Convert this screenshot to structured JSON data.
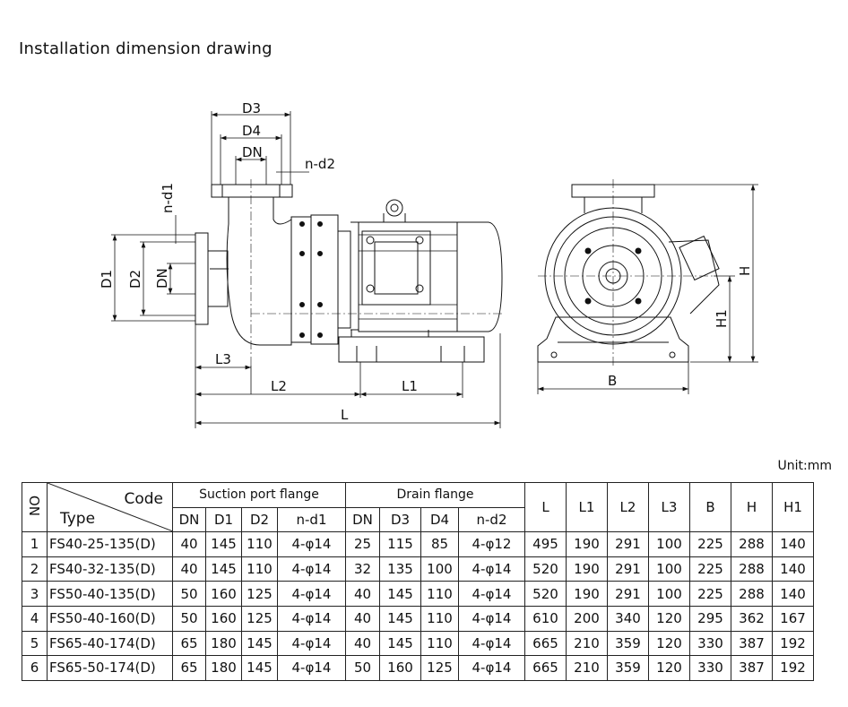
{
  "title": "Installation dimension drawing",
  "unit_label": "Unit:mm",
  "drawing_labels": {
    "d3": "D3",
    "d4": "D4",
    "dn_top": "DN",
    "n_d2": "n-d2",
    "n_d1": "n-d1",
    "d1": "D1",
    "d2": "D2",
    "dn_side": "DN",
    "l3": "L3",
    "l2": "L2",
    "l1": "L1",
    "l": "L",
    "b": "B",
    "h": "H",
    "h1": "H1"
  },
  "table": {
    "no_header": "NO",
    "code_header": "Code",
    "type_header": "Type",
    "suction_header": "Suction port flange",
    "drain_header": "Drain flange",
    "sub_headers": {
      "dn1": "DN",
      "d1": "D1",
      "d2": "D2",
      "nd1": "n-d1",
      "dn2": "DN",
      "d3": "D3",
      "d4": "D4",
      "nd2": "n-d2"
    },
    "dim_headers": {
      "l": "L",
      "l1": "L1",
      "l2": "L2",
      "l3": "L3",
      "b": "B",
      "h": "H",
      "h1": "H1"
    },
    "rows": [
      {
        "no": "1",
        "type": "FS40-25-135(D)",
        "dn1": "40",
        "d1": "145",
        "d2": "110",
        "nd1": "4-φ14",
        "dn2": "25",
        "d3": "115",
        "d4": "85",
        "nd2": "4-φ12",
        "l": "495",
        "l1": "190",
        "l2": "291",
        "l3": "100",
        "b": "225",
        "h": "288",
        "h1": "140"
      },
      {
        "no": "2",
        "type": "FS40-32-135(D)",
        "dn1": "40",
        "d1": "145",
        "d2": "110",
        "nd1": "4-φ14",
        "dn2": "32",
        "d3": "135",
        "d4": "100",
        "nd2": "4-φ14",
        "l": "520",
        "l1": "190",
        "l2": "291",
        "l3": "100",
        "b": "225",
        "h": "288",
        "h1": "140"
      },
      {
        "no": "3",
        "type": "FS50-40-135(D)",
        "dn1": "50",
        "d1": "160",
        "d2": "125",
        "nd1": "4-φ14",
        "dn2": "40",
        "d3": "145",
        "d4": "110",
        "nd2": "4-φ14",
        "l": "520",
        "l1": "190",
        "l2": "291",
        "l3": "100",
        "b": "225",
        "h": "288",
        "h1": "140"
      },
      {
        "no": "4",
        "type": "FS50-40-160(D)",
        "dn1": "50",
        "d1": "160",
        "d2": "125",
        "nd1": "4-φ14",
        "dn2": "40",
        "d3": "145",
        "d4": "110",
        "nd2": "4-φ14",
        "l": "610",
        "l1": "200",
        "l2": "340",
        "l3": "120",
        "b": "295",
        "h": "362",
        "h1": "167"
      },
      {
        "no": "5",
        "type": "FS65-40-174(D)",
        "dn1": "65",
        "d1": "180",
        "d2": "145",
        "nd1": "4-φ14",
        "dn2": "40",
        "d3": "145",
        "d4": "110",
        "nd2": "4-φ14",
        "l": "665",
        "l1": "210",
        "l2": "359",
        "l3": "120",
        "b": "330",
        "h": "387",
        "h1": "192"
      },
      {
        "no": "6",
        "type": "FS65-50-174(D)",
        "dn1": "65",
        "d1": "180",
        "d2": "145",
        "nd1": "4-φ14",
        "dn2": "50",
        "d3": "160",
        "d4": "125",
        "nd2": "4-φ14",
        "l": "665",
        "l1": "210",
        "l2": "359",
        "l3": "120",
        "b": "330",
        "h": "387",
        "h1": "192"
      }
    ]
  }
}
